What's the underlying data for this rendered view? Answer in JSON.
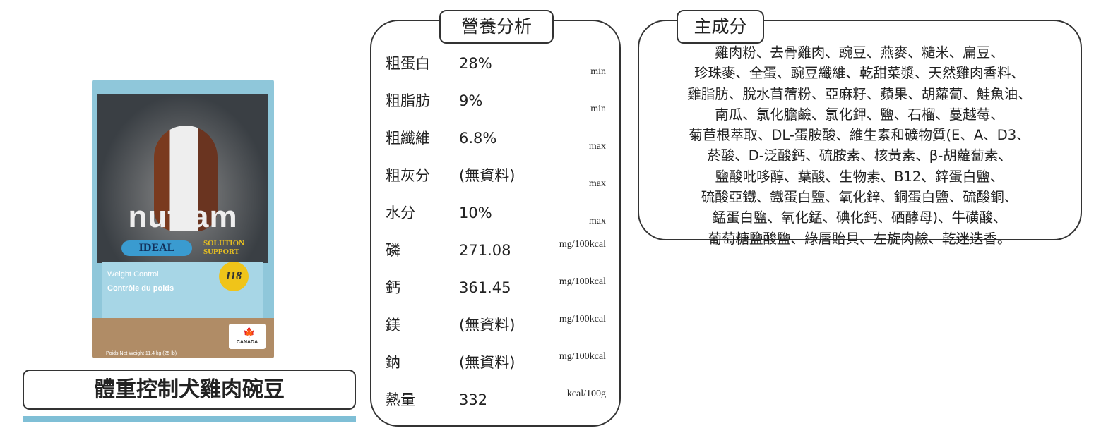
{
  "product": {
    "name": "體重控制犬雞肉碗豆",
    "package": {
      "brand": "nutram",
      "line": "IDEAL",
      "sub": "SOLUTION SUPPORT",
      "code": "I18",
      "title_en": "Weight Control",
      "title_fr": "Contrôle du poids",
      "weight": "Poids Net Weight 11.4 kg (25 lb)",
      "origin": "CANADA"
    }
  },
  "nutrition": {
    "title": "營養分析",
    "rows": [
      {
        "label": "粗蛋白",
        "value": "28%",
        "unit": "min"
      },
      {
        "label": "粗脂肪",
        "value": "9%",
        "unit": "min"
      },
      {
        "label": "粗纖維",
        "value": "6.8%",
        "unit": "max"
      },
      {
        "label": "粗灰分",
        "value": "(無資料)",
        "unit": "max"
      },
      {
        "label": "水分",
        "value": "10%",
        "unit": "max"
      },
      {
        "label": "磷",
        "value": "271.08",
        "unit": "mg/100kcal"
      },
      {
        "label": "鈣",
        "value": "361.45",
        "unit": "mg/100kcal"
      },
      {
        "label": "鎂",
        "value": "(無資料)",
        "unit": "mg/100kcal"
      },
      {
        "label": "鈉",
        "value": "(無資料)",
        "unit": "mg/100kcal"
      },
      {
        "label": "熱量",
        "value": "332",
        "unit": "kcal/100g"
      }
    ]
  },
  "ingredients": {
    "title": "主成分",
    "lines": [
      "雞肉粉、去骨雞肉、豌豆、燕麥、糙米、扁豆、",
      "珍珠麥、全蛋、豌豆纖維、乾甜菜漿、天然雞肉香料、",
      "雞脂肪、脫水苜蓿粉、亞麻籽、蘋果、胡蘿蔔、鮭魚油、",
      "南瓜、氯化膽鹼、氯化鉀、鹽、石榴、蔓越莓、",
      "菊苣根萃取、DL-蛋胺酸、維生素和礦物質(E、A、D3、",
      "菸酸、D-泛酸鈣、硫胺素、核黃素、β-胡蘿蔔素、",
      "鹽酸吡哆醇、葉酸、生物素、B12、鋅蛋白鹽、",
      "硫酸亞鐵、鐵蛋白鹽、氧化鋅、銅蛋白鹽、硫酸銅、",
      "錳蛋白鹽、氧化錳、碘化鈣、硒酵母)、牛磺酸、",
      "葡萄糖鹽酸鹽、綠唇貽貝、左旋肉鹼、乾迷迭香。"
    ]
  }
}
